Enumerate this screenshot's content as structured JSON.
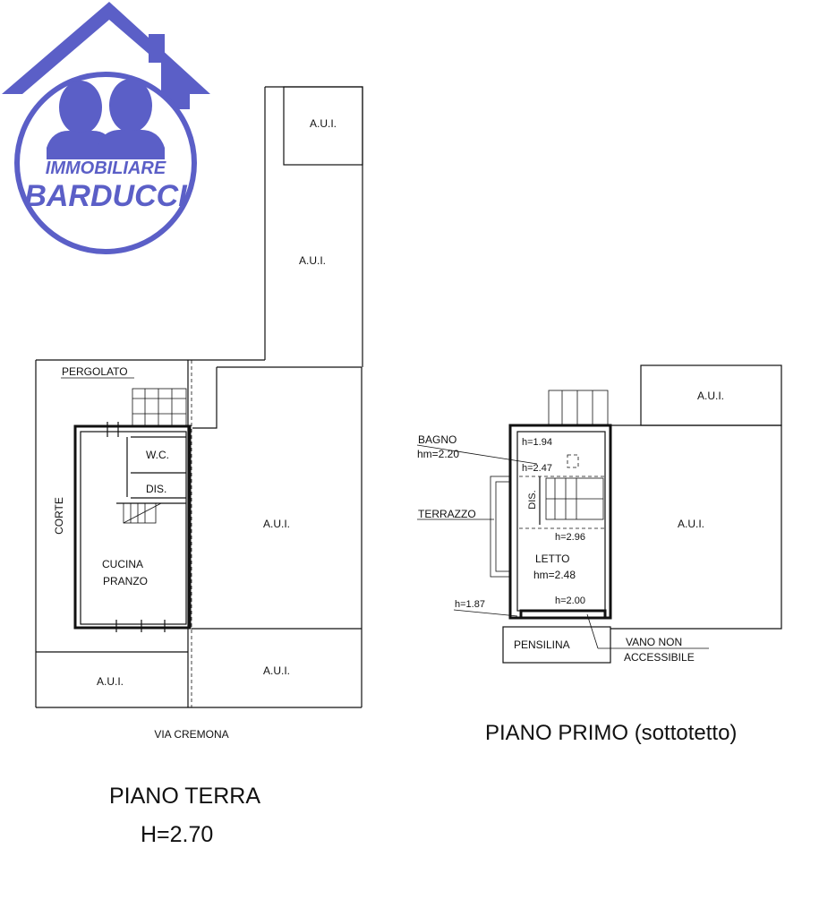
{
  "logo": {
    "line1": "IMMOBILIARE",
    "line2": "BARDUCCI",
    "color": "#5b5fc7"
  },
  "ground_floor": {
    "labels": {
      "aui_top": "A.U.I.",
      "aui_tall": "A.U.I.",
      "aui_right": "A.U.I.",
      "aui_bottom_left": "A.U.I.",
      "aui_bottom_right": "A.U.I.",
      "pergolato": "PERGOLATO",
      "wc": "W.C.",
      "dis": "DIS.",
      "corte": "CORTE",
      "cucina": "CUCINA",
      "pranzo": "PRANZO"
    },
    "street": "VIA CREMONA",
    "title": "PIANO TERRA",
    "height": "H=2.70"
  },
  "first_floor": {
    "labels": {
      "aui_top": "A.U.I.",
      "aui_right": "A.U.I.",
      "bagno": "BAGNO",
      "bagno_hm": "hm=2.20",
      "h194": "h=1.94",
      "h247": "h=2.47",
      "dis": "DIS.",
      "terrazzo": "TERRAZZO",
      "h296": "h=2.96",
      "letto": "LETTO",
      "letto_hm": "hm=2.48",
      "h187": "h=1.87",
      "h200": "h=2.00",
      "pensilina": "PENSILINA",
      "vano1": "VANO NON",
      "vano2": "ACCESSIBILE"
    },
    "title": "PIANO PRIMO (sottotetto)"
  }
}
